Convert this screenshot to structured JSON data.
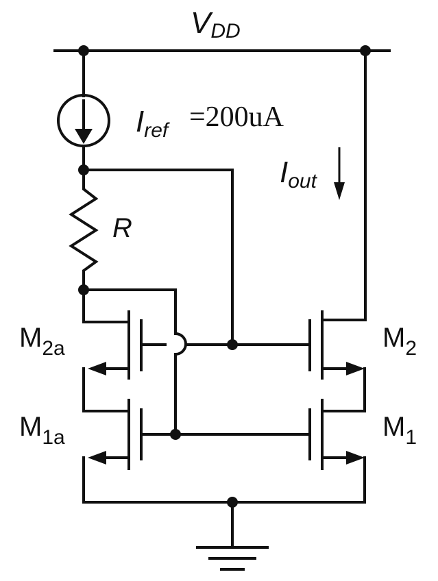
{
  "diagram": {
    "supply": {
      "main": "V",
      "sub": "DD"
    },
    "iref": {
      "main": "I",
      "sub": "ref",
      "value": "=200uA"
    },
    "iout": {
      "main": "I",
      "sub": "out"
    },
    "resistor": "R",
    "transistors": {
      "m2a": {
        "main": "M",
        "sub": "2a"
      },
      "m1a": {
        "main": "M",
        "sub": "1a"
      },
      "m2": {
        "main": "M",
        "sub": "2"
      },
      "m1": {
        "main": "M",
        "sub": "1"
      }
    },
    "colors": {
      "ink": "#111111",
      "background": "#ffffff"
    }
  }
}
